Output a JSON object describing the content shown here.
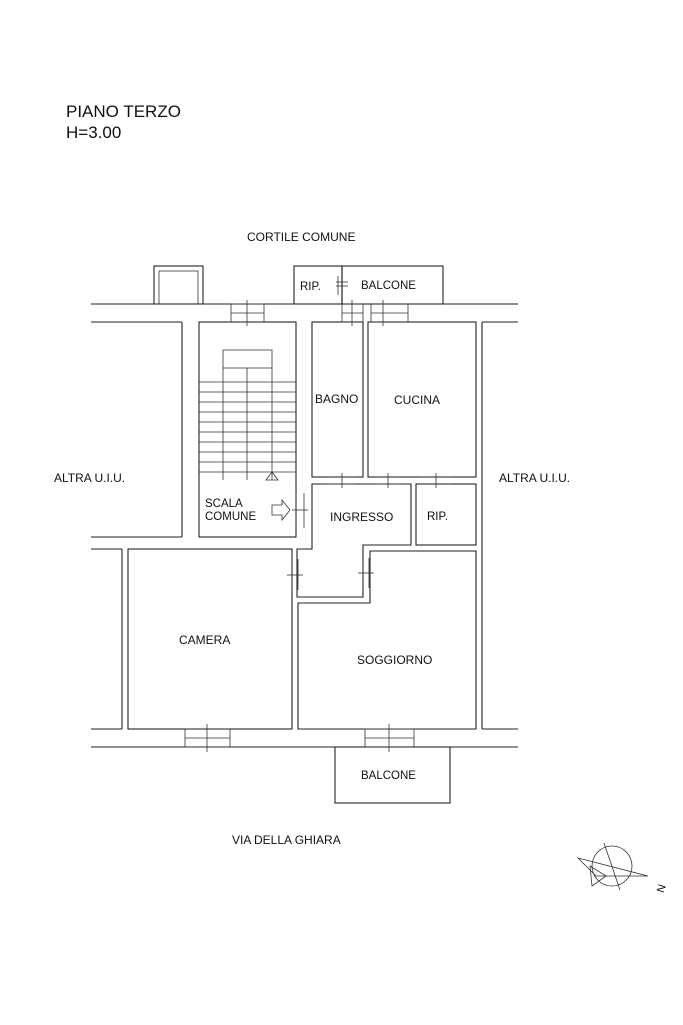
{
  "header": {
    "floor_title": "PIANO TERZO",
    "height_label": "H=3.00"
  },
  "surroundings": {
    "north_courtyard": "CORTILE COMUNE",
    "street": "VIA DELLA GHIARA",
    "neighbor_left": "ALTRA U.I.U.",
    "neighbor_right": "ALTRA U.I.U."
  },
  "rooms": {
    "rip_top": "RIP.",
    "balcone_top": "BALCONE",
    "bagno": "BAGNO",
    "cucina": "CUCINA",
    "scala_line1": "SCALA",
    "scala_line2": "COMUNE",
    "ingresso": "INGRESSO",
    "rip_right": "RIP.",
    "camera": "CAMERA",
    "soggiorno": "SOGGIORNO",
    "balcone_bottom": "BALCONE"
  },
  "compass": {
    "north_letter": "N"
  },
  "colors": {
    "lines": "#222222",
    "text": "#111111",
    "background": "#ffffff"
  }
}
